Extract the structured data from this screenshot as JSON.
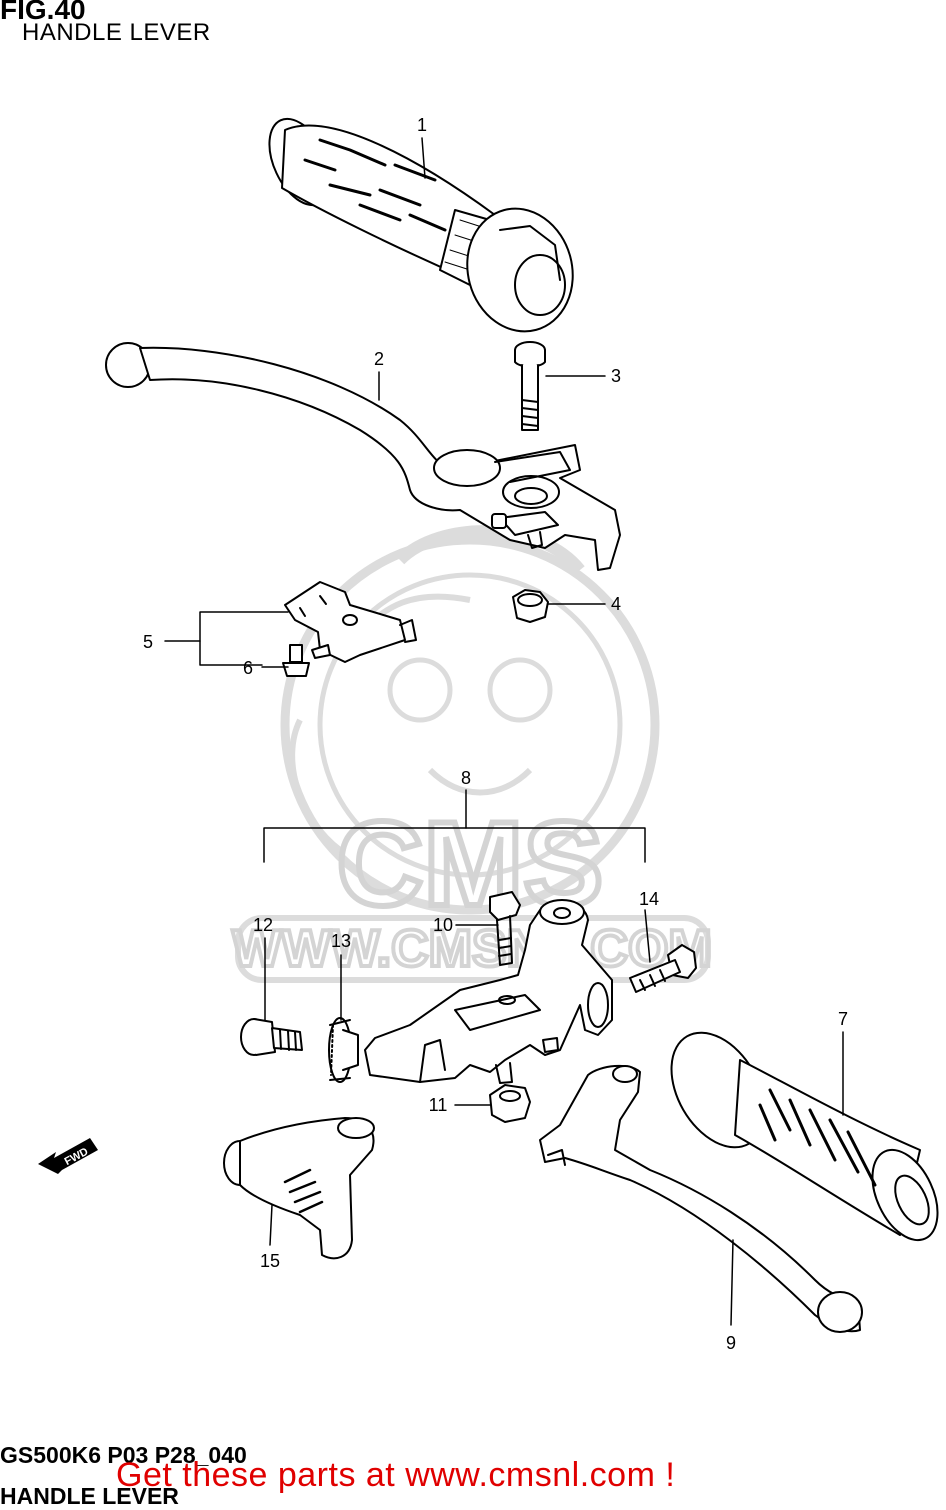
{
  "header": {
    "figure": "FIG.40",
    "subtitle": "HANDLE LEVER"
  },
  "callouts": [
    {
      "num": "1",
      "part": "grip-right"
    },
    {
      "num": "2",
      "part": "front-brake-lever"
    },
    {
      "num": "3",
      "part": "lever-bolt"
    },
    {
      "num": "4",
      "part": "nut"
    },
    {
      "num": "5",
      "part": "front-brake-switch"
    },
    {
      "num": "6",
      "part": "screw"
    },
    {
      "num": "7",
      "part": "grip-left"
    },
    {
      "num": "8",
      "part": "clutch-lever-holder-set"
    },
    {
      "num": "9",
      "part": "clutch-lever"
    },
    {
      "num": "10",
      "part": "bolt"
    },
    {
      "num": "11",
      "part": "nut"
    },
    {
      "num": "12",
      "part": "bolt"
    },
    {
      "num": "13",
      "part": "adjuster"
    },
    {
      "num": "14",
      "part": "bolt"
    },
    {
      "num": "15",
      "part": "lever-cover"
    }
  ],
  "watermark": {
    "logo_text": "CMS",
    "url_text": "WWW.CMSNL.COM"
  },
  "fwd_label": "FWD",
  "footer": {
    "code": "GS500K6 P03 P28_040",
    "name": "HANDLE LEVER",
    "cta": "Get these parts at www.cmsnl.com !"
  },
  "colors": {
    "line": "#000000",
    "watermark": "#d9d9d9",
    "cta": "#e00000"
  }
}
